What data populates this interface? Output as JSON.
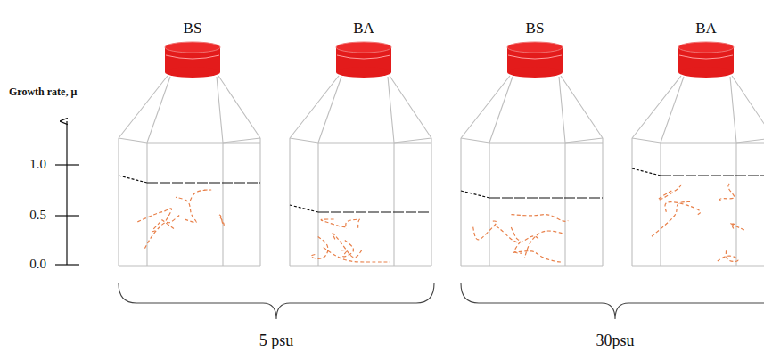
{
  "diagram": {
    "nodes": [
      {
        "text": [
          "BS"
        ]
      },
      {
        "text": [
          "BA"
        ]
      },
      {
        "text": [
          "BS"
        ]
      },
      {
        "text": [
          "BA"
        ]
      }
    ],
    "labels": [
      "Growth rate, μ",
      "1.0",
      "0.5",
      "0.0",
      "5 psu",
      "30psu"
    ]
  }
}
